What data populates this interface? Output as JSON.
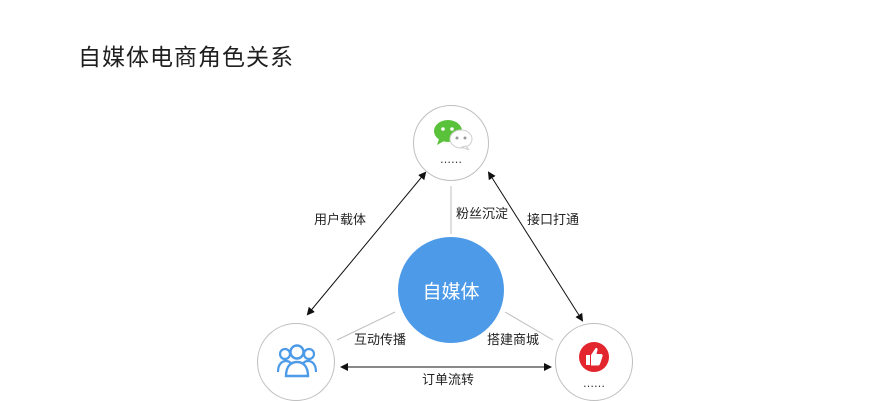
{
  "page": {
    "title": "自媒体电商角色关系"
  },
  "diagram": {
    "center_node": {
      "label": "自媒体",
      "color": "#4d9be8"
    },
    "top_node": {
      "icon": "wechat-icon",
      "dots": "……"
    },
    "left_node": {
      "icon": "users-icon"
    },
    "right_node": {
      "icon": "thumbs-up-icon",
      "dots": "……"
    },
    "edges": {
      "user_carrier": "用户载体",
      "fans_settle": "粉丝沉淀",
      "interface_connect": "接口打通",
      "interact_spread": "互动传播",
      "build_mall": "搭建商城",
      "order_flow": "订单流转"
    },
    "colors": {
      "node_border": "#bfbfbf",
      "connector": "#bfbfbf",
      "arrow": "#111111",
      "wechat_green": "#5ac13a",
      "users_blue": "#4d9be8",
      "thumb_red": "#e3262d"
    }
  }
}
